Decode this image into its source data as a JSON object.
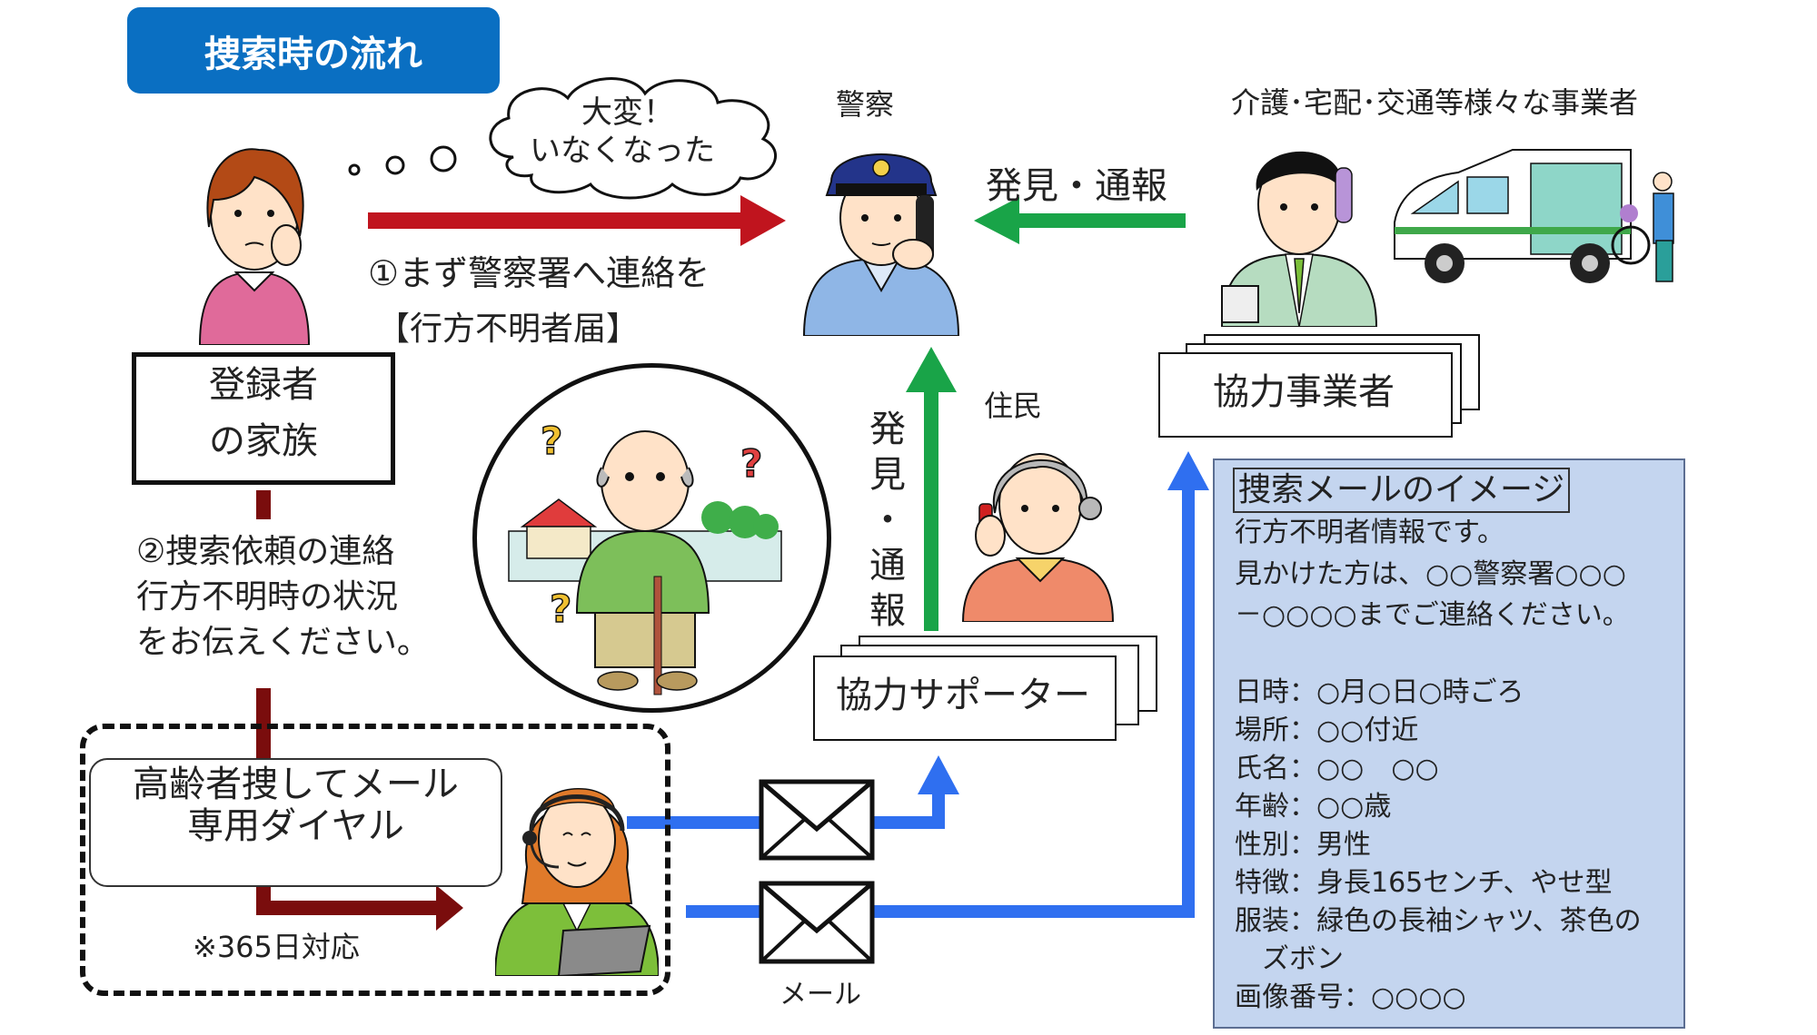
{
  "title": "捜索時の流れ",
  "thought_bubble": {
    "line1": "大変！",
    "line2": "いなくなった"
  },
  "dots": "。○○",
  "police_label": "警察",
  "business_label": "介護･宅配･交通等様々な事業者",
  "found_report_h": "発見・通報",
  "found_report_v": [
    "発",
    "見",
    "・",
    "通",
    "報"
  ],
  "step1": "①まず警察署へ連絡を",
  "step1_sub": "【行方不明者届】",
  "family": {
    "line1": "登録者",
    "line2": "の家族"
  },
  "resident_label": "住民",
  "step2": [
    "②捜索依頼の連絡",
    "行方不明時の状況",
    "をお伝えください。"
  ],
  "cooperating_business": "協力事業者",
  "cooperating_supporter": "協力サポーター",
  "dial": {
    "line1": "高齢者捜してメール",
    "line2": "専用ダイヤル"
  },
  "note_365": "※365日対応",
  "mail_label": "メール",
  "mail_image": {
    "heading": "捜索メールのイメージ",
    "lines": [
      "行方不明者情報です。",
      "見かけた方は、○○警察署○○○",
      "－○○○○までご連絡ください。",
      "",
      "日時：○月○日○時ごろ",
      "場所：○○付近",
      "氏名：○○　○○",
      "年齢：○○歳",
      "性別：男性",
      "特徴：身長165センチ、やせ型",
      "服装：緑色の長袖シャツ、茶色の",
      "　ズボン",
      "画像番号：○○○○"
    ]
  },
  "colors": {
    "title_bg": "#0a6fc2",
    "red_arrow": "#c0141e",
    "green_arrow": "#19a448",
    "blue_arrow": "#2f6ff0",
    "dark_red_line": "#7a0d0d",
    "panel_bg": "#c4d5ef"
  },
  "icons": [
    "worried-woman-illustration",
    "police-officer-illustration",
    "business-man-illustration",
    "care-van-illustration",
    "confused-elderly-man-illustration",
    "resident-woman-illustration",
    "operator-illustration",
    "envelope-icon"
  ]
}
